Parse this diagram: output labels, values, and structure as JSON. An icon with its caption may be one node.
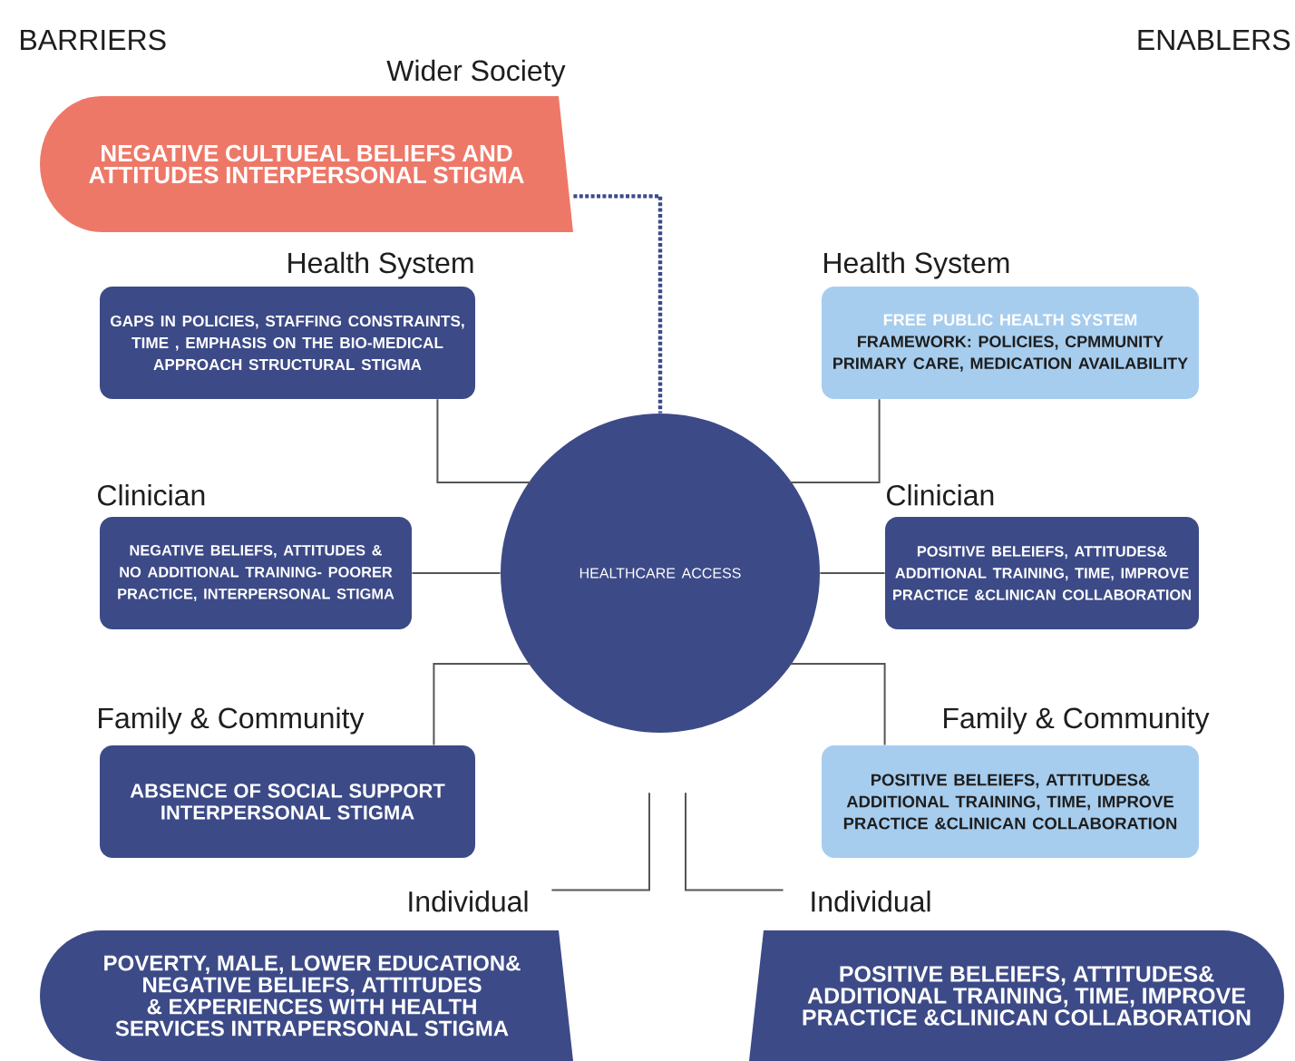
{
  "diagram": {
    "nodes": [
      {
        "text": [
          "Wider Society",
          "NEGATIVE CULTUEAL BELIEFS AND ATTITUDES INTERPERSONAL STIGMA"
        ]
      },
      {
        "text": [
          "Health System",
          "GAPS IN POLICIES, STAFFING CONSTRAINTS, TIME , EMPHASIS ON THE BIO-MEDICAL APPROACH STRUCTURAL STIGMA"
        ]
      },
      {
        "text": [
          "Clinician",
          "NEGATIVE BELIEFS, ATTITUDES & NO ADDITIONAL TRAINING- POORER PRACTICE, INTERPERSONAL STIGMA"
        ]
      },
      {
        "text": [
          "Family & Community",
          "ABSENCE OF SOCIAL SUPPORT INTERPERSONAL STIGMA"
        ]
      },
      {
        "text": [
          "Individual",
          "POVERTY, MALE, LOWER EDUCATION& NEGATIVE BELIEFS, ATTITUDES & EXPERIENCES WITH HEALTH SERVICES INTRAPERSONAL STIGMA"
        ]
      },
      {
        "text": [
          "HEALTHCARE ACCESS"
        ]
      },
      {
        "text": [
          "Health System",
          "FREE PUBLIC HEALTH SYSTEM",
          "FRAMEWORK: POLICIES, CPMMUNITY PRIMARY CARE, MEDICATION AVAILABILITY"
        ]
      },
      {
        "text": [
          "Clinician",
          "POSITIVE BELEIEFS, ATTITUDES& ADDITIONAL TRAINING, TIME, IMPROVE PRACTICE &CLINICAN COLLABORATION"
        ]
      },
      {
        "text": [
          "Family & Community",
          "POSITIVE BELEIEFS, ATTITUDES& ADDITIONAL TRAINING, TIME, IMPROVE PRACTICE &CLINICAN COLLABORATION"
        ]
      },
      {
        "text": [
          "Individual",
          "POSITIVE BELEIEFS, ATTITUDES& ADDITIONAL TRAINING, TIME, IMPROVE PRACTICE &CLINICAN COLLABORATION"
        ]
      }
    ],
    "edges": [
      {
        "from": 0,
        "to": 5,
        "arrow": "none",
        "style": "dashed",
        "color": "#3c4a87"
      },
      {
        "from": 1,
        "to": 5,
        "arrow": "none"
      },
      {
        "from": 2,
        "to": 5,
        "arrow": "none"
      },
      {
        "from": 3,
        "to": 5,
        "arrow": "none"
      },
      {
        "from": 4,
        "to": 5,
        "arrow": "none"
      },
      {
        "from": 5,
        "to": 6,
        "arrow": "none"
      },
      {
        "from": 5,
        "to": 7,
        "arrow": "none"
      },
      {
        "from": 5,
        "to": 8,
        "arrow": "none"
      },
      {
        "from": 5,
        "to": 9,
        "arrow": "none"
      }
    ],
    "labels": [
      "BARRIERS",
      "ENABLERS"
    ]
  }
}
